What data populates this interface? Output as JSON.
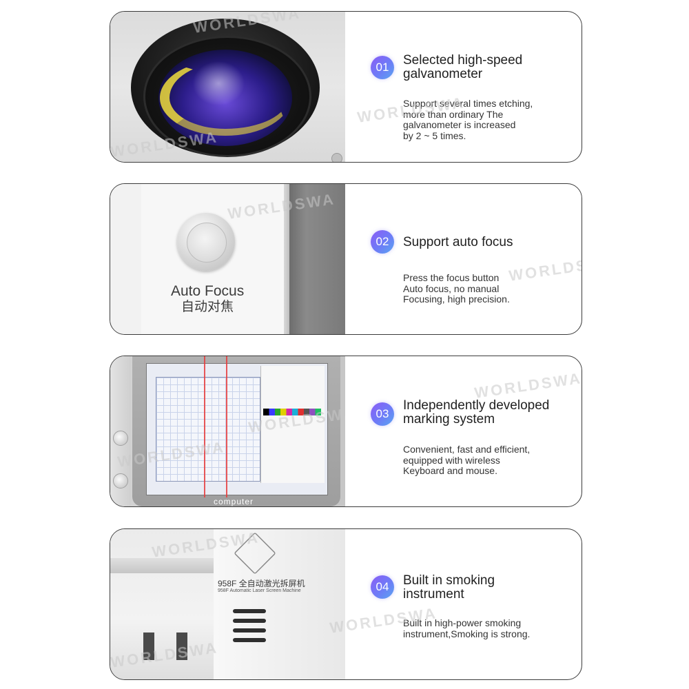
{
  "features": [
    {
      "number": "01",
      "title": "Selected high-speed\ngalvanometer",
      "description": "Support several times etching,\nmore than ordinary The\ngalvanometer is increased\nby 2 ~ 5 times."
    },
    {
      "number": "02",
      "title": "Support auto focus",
      "description": "Press the focus button\nAuto focus, no manual\nFocusing, high precision.",
      "image_label": "Auto Focus",
      "image_label_cn": "自动对焦"
    },
    {
      "number": "03",
      "title": "Independently developed\nmarking system",
      "description": "Convenient, fast and efficient,\nequipped with wireless\nKeyboard and mouse.",
      "image_label": "computer"
    },
    {
      "number": "04",
      "title": "Built in smoking\ninstrument",
      "description": "Built in high-power smoking\ninstrument,Smoking is strong.",
      "image_model": "958F 全自动激光拆屏机",
      "image_model_en": "958F Automatic Laser Screen Machine"
    }
  ],
  "watermark": "WORLDSWA",
  "colors": {
    "badge_start": "#8b5cf6",
    "badge_end": "#5aa6f0",
    "card_border": "#3a3a3a",
    "title_text": "#1f1f1f",
    "desc_text": "#333333"
  }
}
